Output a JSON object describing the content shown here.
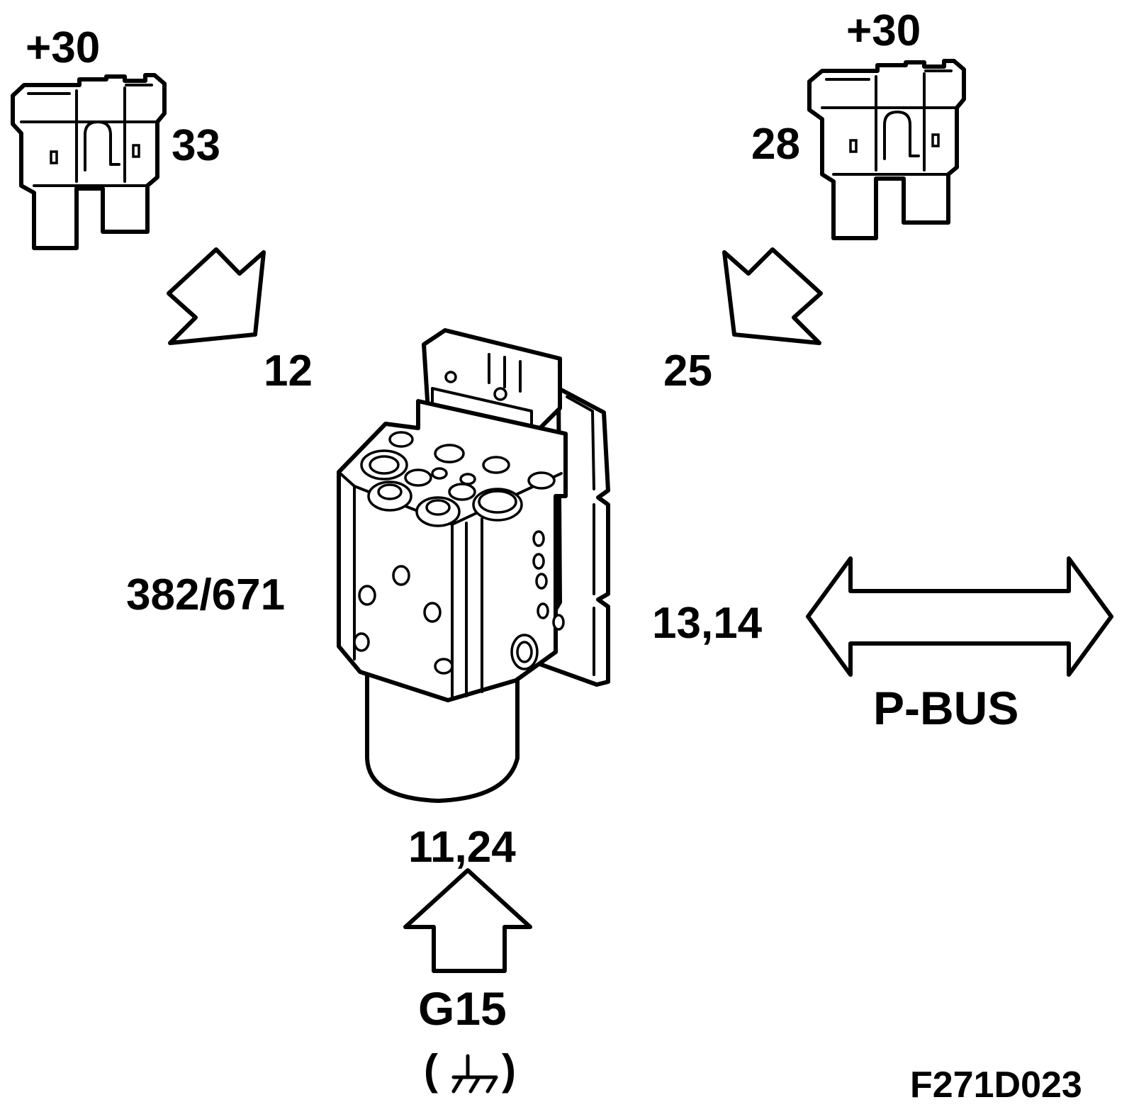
{
  "fuse_left": {
    "supply": "+30",
    "number": "33"
  },
  "fuse_right": {
    "supply": "+30",
    "number": "28"
  },
  "module": {
    "pins_left_fuse": "12",
    "pins_right_fuse": "25",
    "part_id": "382/671",
    "bus_pins": "13,14",
    "ground_pins": "11,24"
  },
  "bus": {
    "label": "P-BUS"
  },
  "ground": {
    "label": "G15",
    "open_paren": "(",
    "close_paren": ")"
  },
  "figure_code": "F271D023"
}
